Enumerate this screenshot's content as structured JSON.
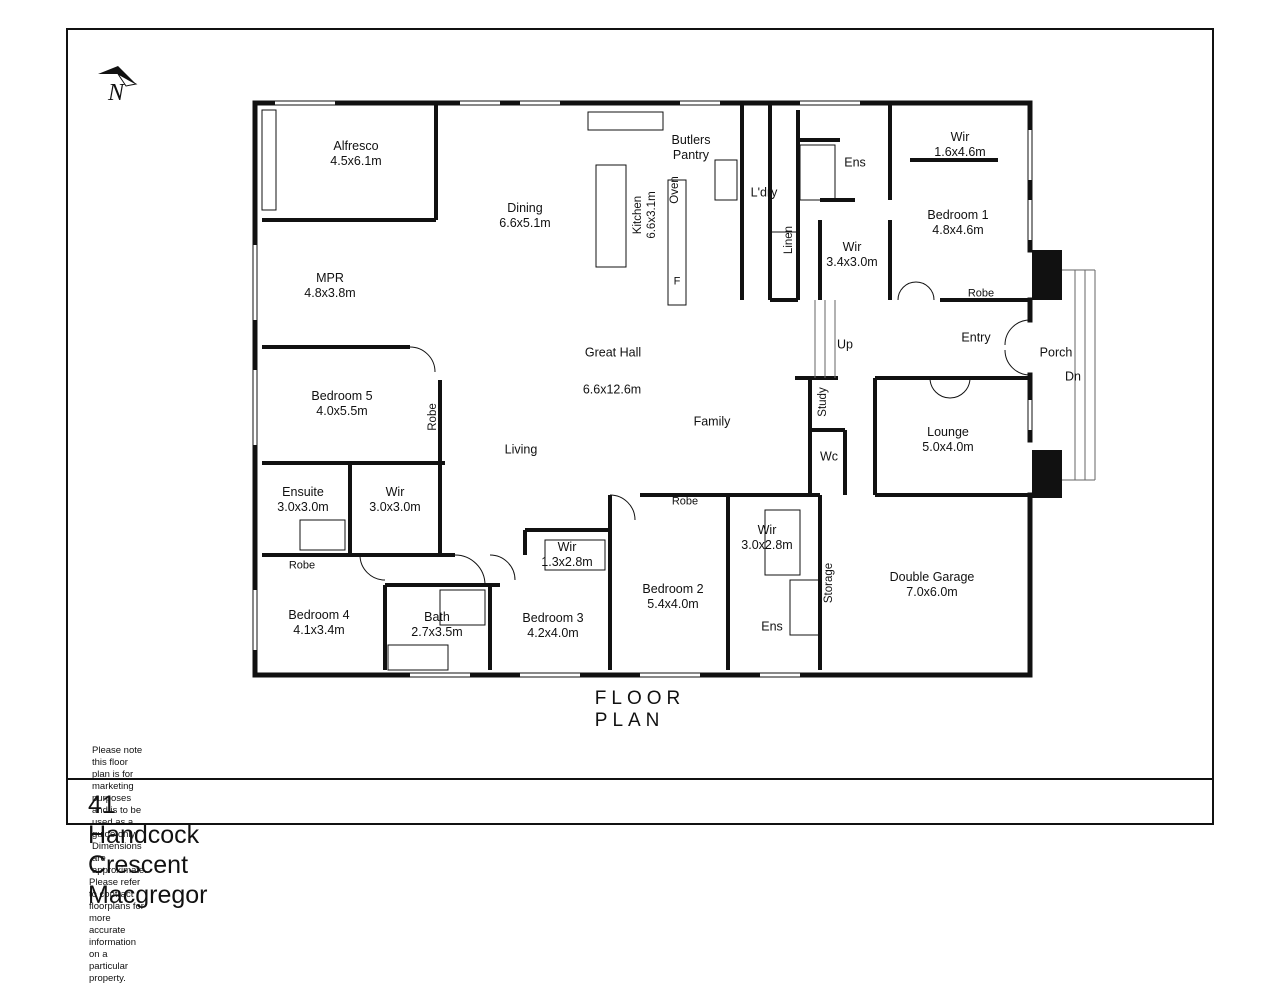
{
  "north_marker": {
    "letter": "N"
  },
  "plan_title": "FLOOR PLAN",
  "disclaimer": [
    "Please note this floor plan is for marketing purposes and is to be used as a guide only. Dimensions are approximate.",
    "Please refer to contract floorplans for more accurate information on a particular property."
  ],
  "address": "41 Handcock Crescent Macgregor",
  "rooms": {
    "alfresco": {
      "name": "Alfresco",
      "size": "4.5x6.1m"
    },
    "dining": {
      "name": "Dining",
      "size": "6.6x5.1m"
    },
    "butlers_pantry": {
      "name": "Butlers",
      "name2": "Pantry"
    },
    "kitchen": {
      "name": "Kitchen",
      "size": "6.6x3.1m"
    },
    "oven": {
      "name": "Oven"
    },
    "fridge": {
      "name": "F"
    },
    "laundry": {
      "name": "L'dry"
    },
    "linen": {
      "name": "Linen"
    },
    "ensuite_1": {
      "name": "Ens"
    },
    "wir_master_main": {
      "name": "Wir",
      "size": "1.6x4.6m"
    },
    "wir_master_side": {
      "name": "Wir",
      "size": "3.4x3.0m"
    },
    "bedroom_1": {
      "name": "Bedroom 1",
      "size": "4.8x4.6m"
    },
    "robe_bed1": {
      "name": "Robe"
    },
    "mpr": {
      "name": "MPR",
      "size": "4.8x3.8m"
    },
    "great_hall": {
      "name": "Great Hall",
      "size": "6.6x12.6m"
    },
    "up": {
      "name": "Up"
    },
    "entry": {
      "name": "Entry"
    },
    "porch": {
      "name": "Porch"
    },
    "dn": {
      "name": "Dn"
    },
    "bedroom_5": {
      "name": "Bedroom 5",
      "size": "4.0x5.5m"
    },
    "robe_bed5": {
      "name": "Robe"
    },
    "study": {
      "name": "Study"
    },
    "lounge": {
      "name": "Lounge",
      "size": "5.0x4.0m"
    },
    "living": {
      "name": "Living"
    },
    "family": {
      "name": "Family"
    },
    "wc": {
      "name": "Wc"
    },
    "ensuite_4": {
      "name": "Ensuite",
      "size": "3.0x3.0m"
    },
    "wir_bed4": {
      "name": "Wir",
      "size": "3.0x3.0m"
    },
    "robe_bed2": {
      "name": "Robe"
    },
    "wir_bed2": {
      "name": "Wir",
      "size": "3.0x2.8m"
    },
    "robe_bed4": {
      "name": "Robe"
    },
    "wir_bed3": {
      "name": "Wir",
      "size": "1.3x2.8m"
    },
    "bedroom_4": {
      "name": "Bedroom 4",
      "size": "4.1x3.4m"
    },
    "bath": {
      "name": "Bath",
      "size": "2.7x3.5m"
    },
    "bedroom_3": {
      "name": "Bedroom 3",
      "size": "4.2x4.0m"
    },
    "bedroom_2": {
      "name": "Bedroom 2",
      "size": "5.4x4.0m"
    },
    "ensuite_2": {
      "name": "Ens"
    },
    "storage": {
      "name": "Storage"
    },
    "double_garage": {
      "name": "Double Garage",
      "size": "7.0x6.0m"
    }
  },
  "colors": {
    "wall": "#111111",
    "background": "#ffffff"
  }
}
